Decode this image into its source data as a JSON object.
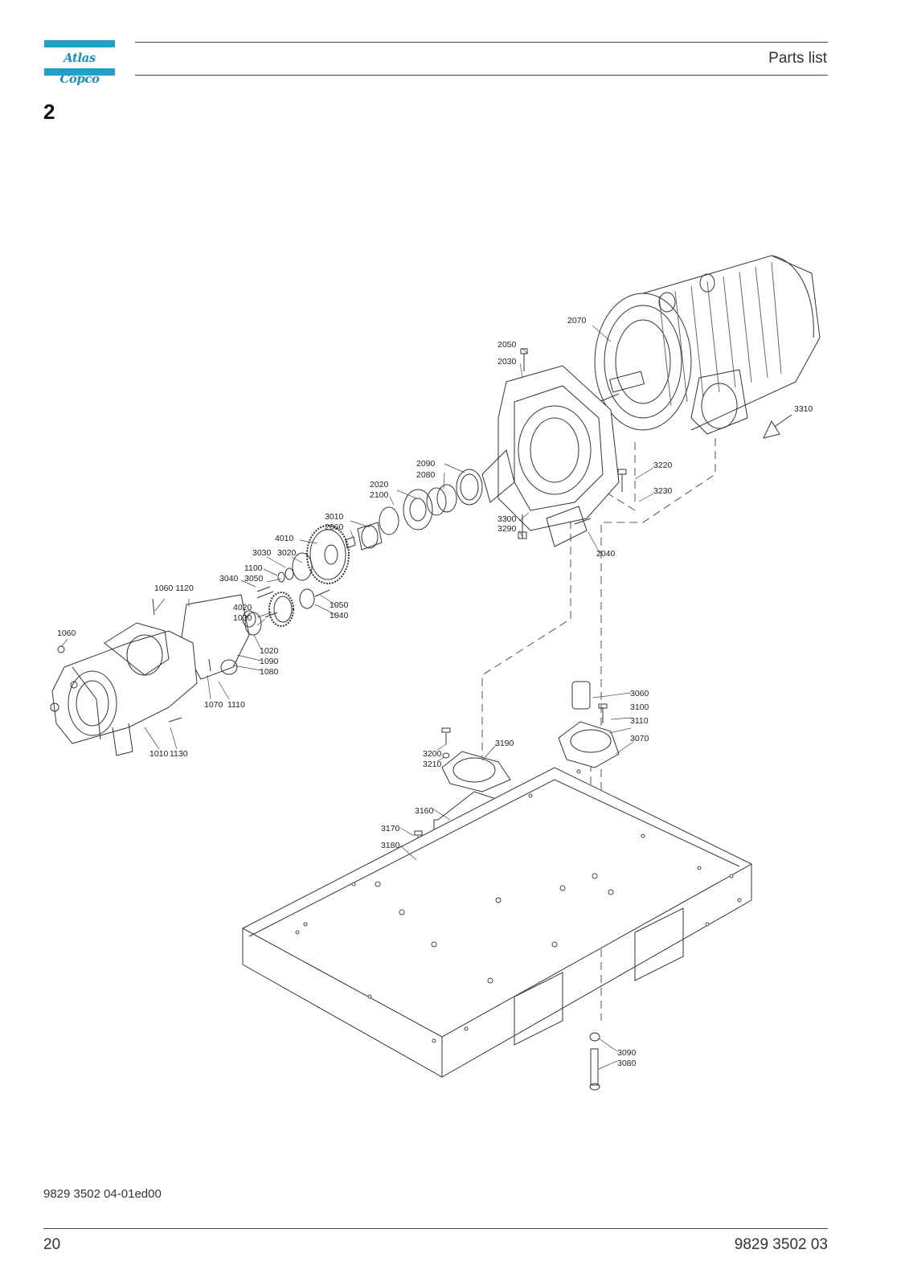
{
  "header": {
    "brand": "Atlas Copco",
    "title": "Parts list"
  },
  "section": {
    "number": "2"
  },
  "diagram": {
    "callouts": [
      "2070",
      "2050",
      "2030",
      "3310",
      "3220",
      "3230",
      "2090",
      "2080",
      "2020",
      "2100",
      "3010",
      "2060",
      "3300",
      "3290",
      "2040",
      "4010",
      "3030",
      "3020",
      "1100",
      "3040",
      "3050",
      "1060 1120",
      "1050",
      "1040",
      "4020",
      "1030",
      "1060",
      "1020",
      "1090",
      "1080",
      "1070",
      "1110",
      "1010",
      "1130",
      "3060",
      "3100",
      "3110",
      "3070",
      "3190",
      "3200",
      "3210",
      "3160",
      "3170",
      "3180",
      "3090",
      "3080"
    ]
  },
  "footer": {
    "code": "9829 3502 04-01ed00",
    "page_number": "20",
    "doc_number": "9829 3502 03"
  }
}
